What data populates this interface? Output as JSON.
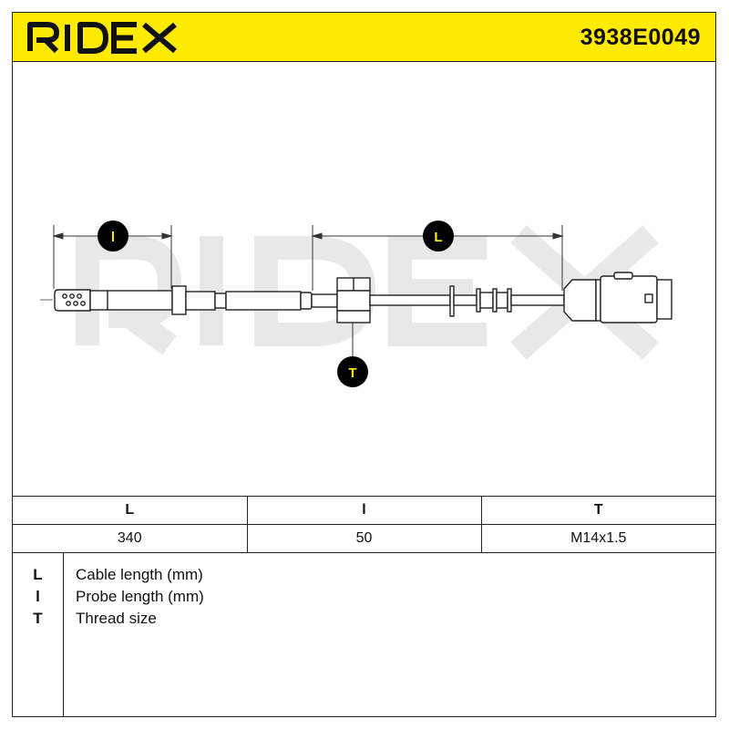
{
  "header": {
    "brand": "RIDEX",
    "part_number": "3938E0049",
    "background_color": "#ffea00"
  },
  "drawing": {
    "watermark": "RIDEX",
    "dimensions": [
      {
        "key": "l",
        "label": "l"
      },
      {
        "key": "L",
        "label": "L"
      },
      {
        "key": "T",
        "label": "T"
      }
    ]
  },
  "spec_table": {
    "headers": [
      "L",
      "l",
      "T"
    ],
    "values": [
      "340",
      "50",
      "M14x1.5"
    ]
  },
  "legend": [
    {
      "key": "L",
      "description": "Cable length (mm)"
    },
    {
      "key": "l",
      "description": "Probe length (mm)"
    },
    {
      "key": "T",
      "description": "Thread size"
    }
  ]
}
